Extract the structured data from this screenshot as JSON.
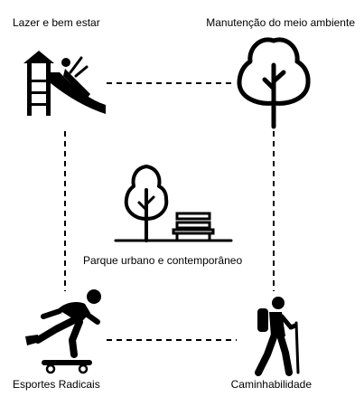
{
  "nodes": {
    "top_left": {
      "label": "Lazer e bem estar",
      "icon": "playground-slide-icon"
    },
    "top_right": {
      "label": "Manutenção do meio ambiente",
      "icon": "tree-icon"
    },
    "center": {
      "label": "Parque urbano e contemporâneo",
      "icon": "park-tree-bench-icon"
    },
    "bottom_left": {
      "label": "Esportes Radicais",
      "icon": "skateboarder-icon"
    },
    "bottom_right": {
      "label": "Caminhabilidade",
      "icon": "hiker-icon"
    }
  },
  "colors": {
    "ink": "#000000",
    "background": "#ffffff"
  }
}
